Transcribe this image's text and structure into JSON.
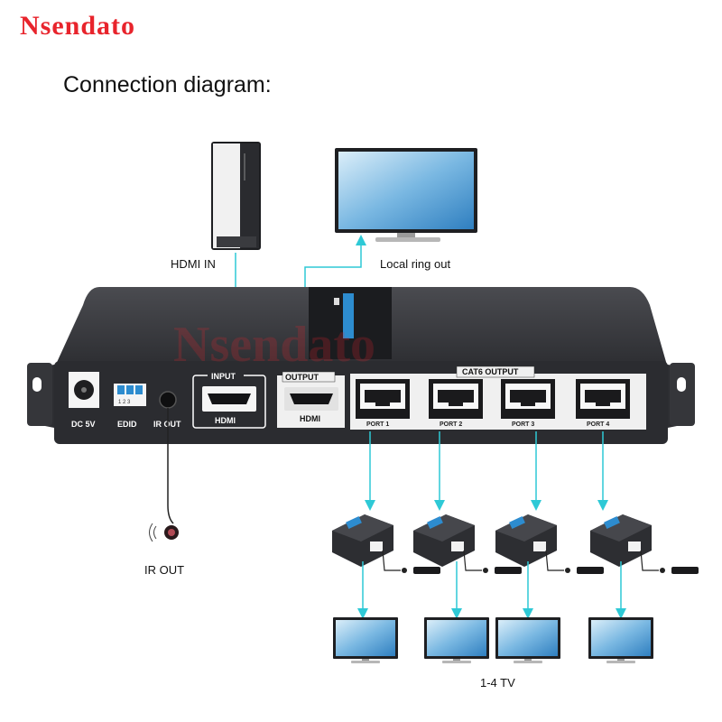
{
  "brand": "Nsendato",
  "title": "Connection diagram:",
  "labels": {
    "hdmi_in": "HDMI  IN",
    "local_ring_out": "Local ring out",
    "ir_out_cable": "IR  OUT",
    "tv_count": "1-4 TV"
  },
  "panel": {
    "dc": "DC 5V",
    "edid": "EDID",
    "edid_switch_numbers": "1 2 3",
    "ir_out": "IR OUT",
    "input": "INPUT",
    "input_hdmi": "HDMI",
    "output": "OUTPUT",
    "output_hdmi": "HDMI",
    "cat6_output": "CAT6 OUTPUT",
    "ports": [
      "PORT 1",
      "PORT 2",
      "PORT 3",
      "PORT 4"
    ]
  },
  "watermark": "Nsendato",
  "colors": {
    "brand": "#e8242c",
    "arrow": "#2ec9d6",
    "device": "#3a3b3f",
    "device_dark": "#222326",
    "screen": "#5aa3d8"
  }
}
